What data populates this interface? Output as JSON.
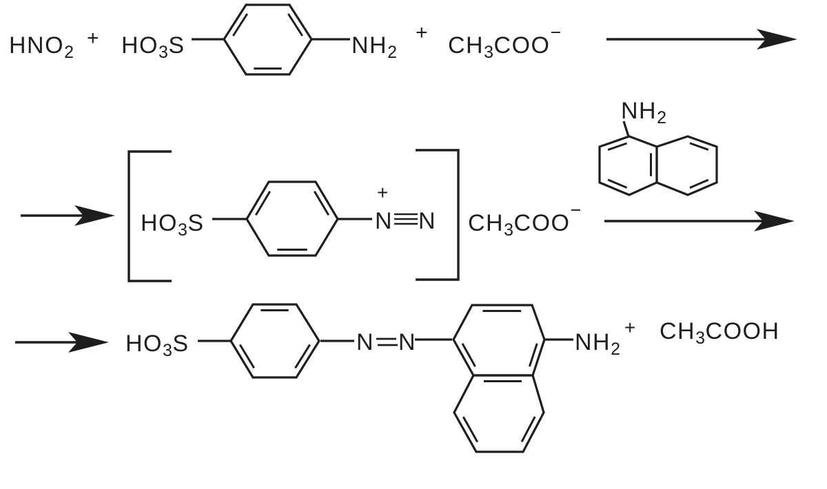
{
  "palette": {
    "ink": "#1e1e1e",
    "background": "#ffffff"
  },
  "reaction": {
    "row1": {
      "nitrous_acid": [
        {
          "t": "HNO"
        },
        {
          "t": "2",
          "v": "sb"
        }
      ],
      "plus_a": [
        {
          "t": "+"
        }
      ],
      "ho3s": [
        {
          "t": "HO"
        },
        {
          "t": "3",
          "v": "sb"
        },
        {
          "t": "S"
        }
      ],
      "nh2": [
        {
          "t": "NH"
        },
        {
          "t": "2",
          "v": "sb"
        }
      ],
      "plus_b": [
        {
          "t": "+"
        }
      ],
      "acetate": [
        {
          "t": "CH"
        },
        {
          "t": "3",
          "v": "sb"
        },
        {
          "t": "COO"
        },
        {
          "t": "−",
          "v": "sp"
        }
      ]
    },
    "row2": {
      "ho3s": [
        {
          "t": "HO"
        },
        {
          "t": "3",
          "v": "sb"
        },
        {
          "t": "S"
        }
      ],
      "charge": [
        {
          "t": "+"
        }
      ],
      "n_left": [
        {
          "t": "N"
        }
      ],
      "n_right": [
        {
          "t": "N"
        }
      ],
      "acetate": [
        {
          "t": "CH"
        },
        {
          "t": "3",
          "v": "sb"
        },
        {
          "t": "COO"
        },
        {
          "t": "−",
          "v": "sp"
        }
      ],
      "naphthylamine_nh2": [
        {
          "t": "NH"
        },
        {
          "t": "2",
          "v": "sb"
        }
      ]
    },
    "row3": {
      "ho3s": [
        {
          "t": "HO"
        },
        {
          "t": "3",
          "v": "sb"
        },
        {
          "t": "S"
        }
      ],
      "n_left": [
        {
          "t": "N"
        }
      ],
      "n_right": [
        {
          "t": "N"
        }
      ],
      "nh2": [
        {
          "t": "NH"
        },
        {
          "t": "2",
          "v": "sb"
        }
      ],
      "plus": [
        {
          "t": "+"
        }
      ],
      "acetic_acid": [
        {
          "t": "CH"
        },
        {
          "t": "3",
          "v": "sb"
        },
        {
          "t": "COOH"
        }
      ]
    }
  }
}
